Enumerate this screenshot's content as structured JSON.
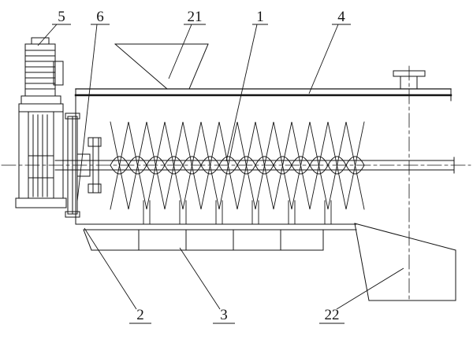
{
  "figure": {
    "description": "engineering line drawing, side view of screw conveyor assembly",
    "background": "#ffffff",
    "line_color": "#141414",
    "callouts": {
      "c5": "5",
      "c6": "6",
      "c21": "21",
      "c1": "1",
      "c4": "4",
      "c2": "2",
      "c3": "3",
      "c22": "22"
    }
  }
}
